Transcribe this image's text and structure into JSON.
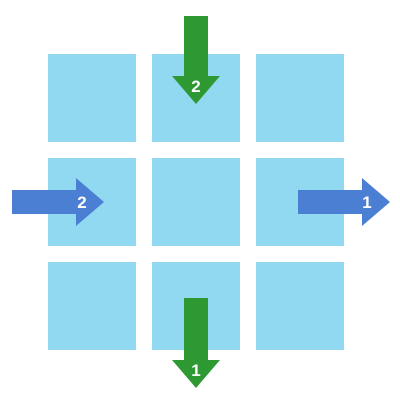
{
  "grid": {
    "rows": 3,
    "cols": 3,
    "cell_color": "#91d9f0"
  },
  "arrows": [
    {
      "id": "top",
      "direction": "down",
      "color": "#2e9933",
      "label": "2"
    },
    {
      "id": "left",
      "direction": "right",
      "color": "#4a7fd4",
      "label": "2"
    },
    {
      "id": "right",
      "direction": "right",
      "color": "#4a7fd4",
      "label": "1"
    },
    {
      "id": "bottom",
      "direction": "down",
      "color": "#2e9933",
      "label": "1"
    }
  ]
}
